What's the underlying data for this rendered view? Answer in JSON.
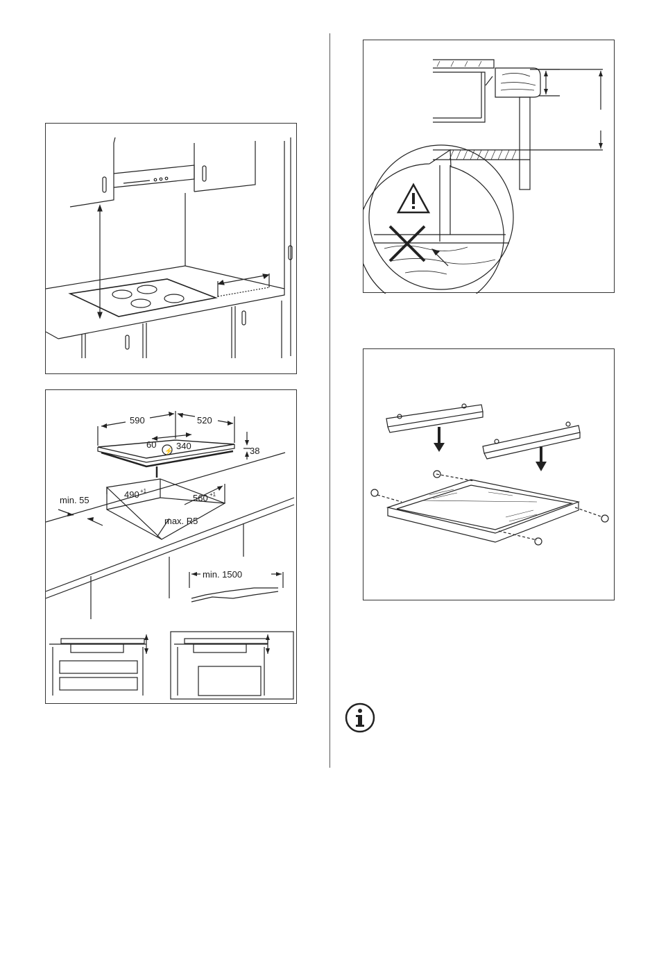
{
  "dimensions": {
    "hob_width": "590",
    "hob_depth": "520",
    "cable_offset": "60",
    "cable_distance": "340",
    "hob_height": "38",
    "cutout_width": "490",
    "cutout_width_tol": "+1",
    "cutout_depth": "560",
    "cutout_depth_tol": "+1",
    "wall_distance": "min. 55",
    "corner_radius": "max. R5",
    "cable_length": "min. 1500"
  },
  "icons": {
    "warning": "warning-triangle-icon",
    "prohibited": "cross-icon",
    "info": "info-icon",
    "electric": "lightning-icon"
  }
}
